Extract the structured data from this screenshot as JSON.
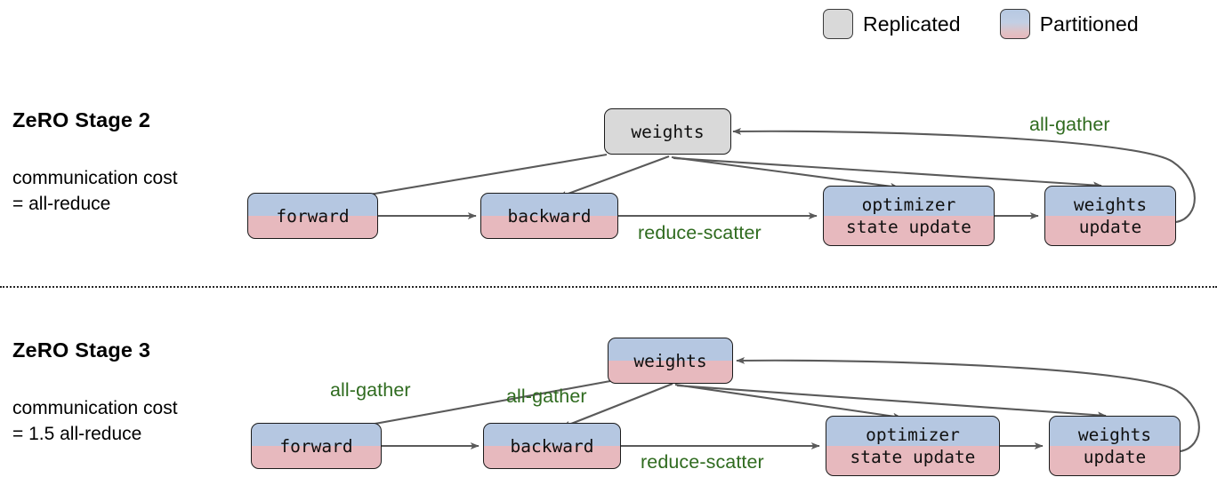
{
  "legend": {
    "items": [
      {
        "label": "Replicated",
        "swatch": "replicated",
        "color": "#d9d9d9"
      },
      {
        "label": "Partitioned",
        "swatch": "partitioned",
        "color_top": "#b5c7e1",
        "color_bottom": "#e7b9be"
      }
    ]
  },
  "colors": {
    "replicated": "#d9d9d9",
    "partitioned_top": "#b5c7e1",
    "partitioned_bottom": "#e7b9be",
    "edge_label_green": "#2f6b1f",
    "arrow_gray": "#5a5a5a",
    "box_border": "#1b1b1b"
  },
  "sections": [
    {
      "title": "ZeRO Stage 2",
      "subtitle_line1": "communication cost",
      "subtitle_line2": "= all-reduce",
      "nodes": {
        "weights": {
          "label": "weights",
          "type": "replicated"
        },
        "forward": {
          "label": "forward",
          "type": "partitioned"
        },
        "backward": {
          "label": "backward",
          "type": "partitioned"
        },
        "optimizer_line1": "optimizer",
        "optimizer_line2": "state update",
        "weights_update_line1": "weights",
        "weights_update_line2": "update"
      },
      "edge_labels": {
        "reduce_scatter": "reduce-scatter",
        "all_gather_right": "all-gather"
      }
    },
    {
      "title": "ZeRO Stage 3",
      "subtitle_line1": "communication cost",
      "subtitle_line2": "= 1.5 all-reduce",
      "nodes": {
        "weights": {
          "label": "weights",
          "type": "partitioned"
        },
        "forward": {
          "label": "forward",
          "type": "partitioned"
        },
        "backward": {
          "label": "backward",
          "type": "partitioned"
        },
        "optimizer_line1": "optimizer",
        "optimizer_line2": "state update",
        "weights_update_line1": "weights",
        "weights_update_line2": "update"
      },
      "edge_labels": {
        "all_gather_forward": "all-gather",
        "all_gather_backward": "all-gather",
        "reduce_scatter": "reduce-scatter"
      }
    }
  ]
}
